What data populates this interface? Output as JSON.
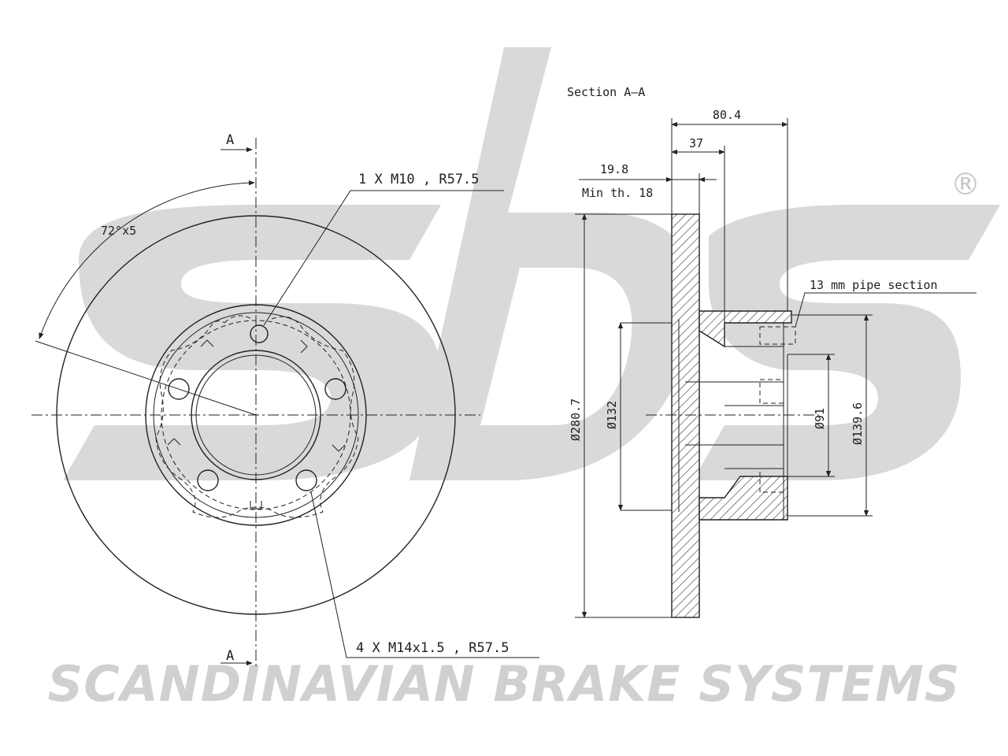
{
  "brand": {
    "name": "SCANDINAVIAN BRAKE SYSTEMS",
    "registered_mark": "®"
  },
  "front_view": {
    "section_marker_top": "A",
    "section_marker_bottom": "A",
    "angle_label": "72°x5",
    "callout_top": "1 X M10 , R57.5",
    "callout_bottom": "4 X M14x1.5 , R57.5"
  },
  "section_view": {
    "title": "Section A–A",
    "dims": {
      "overall_height": "80.4",
      "hub_offset": "37",
      "thickness": "19.8",
      "min_thickness": "Min th. 18",
      "outer_diameter": "Ø280.7",
      "center_bore": "Ø132",
      "hub_bore": "Ø91",
      "bolt_circle": "Ø139.6",
      "pipe_section": "13 mm pipe section"
    }
  },
  "colors": {
    "line": "#222222",
    "watermark": "#d9d9d9"
  }
}
